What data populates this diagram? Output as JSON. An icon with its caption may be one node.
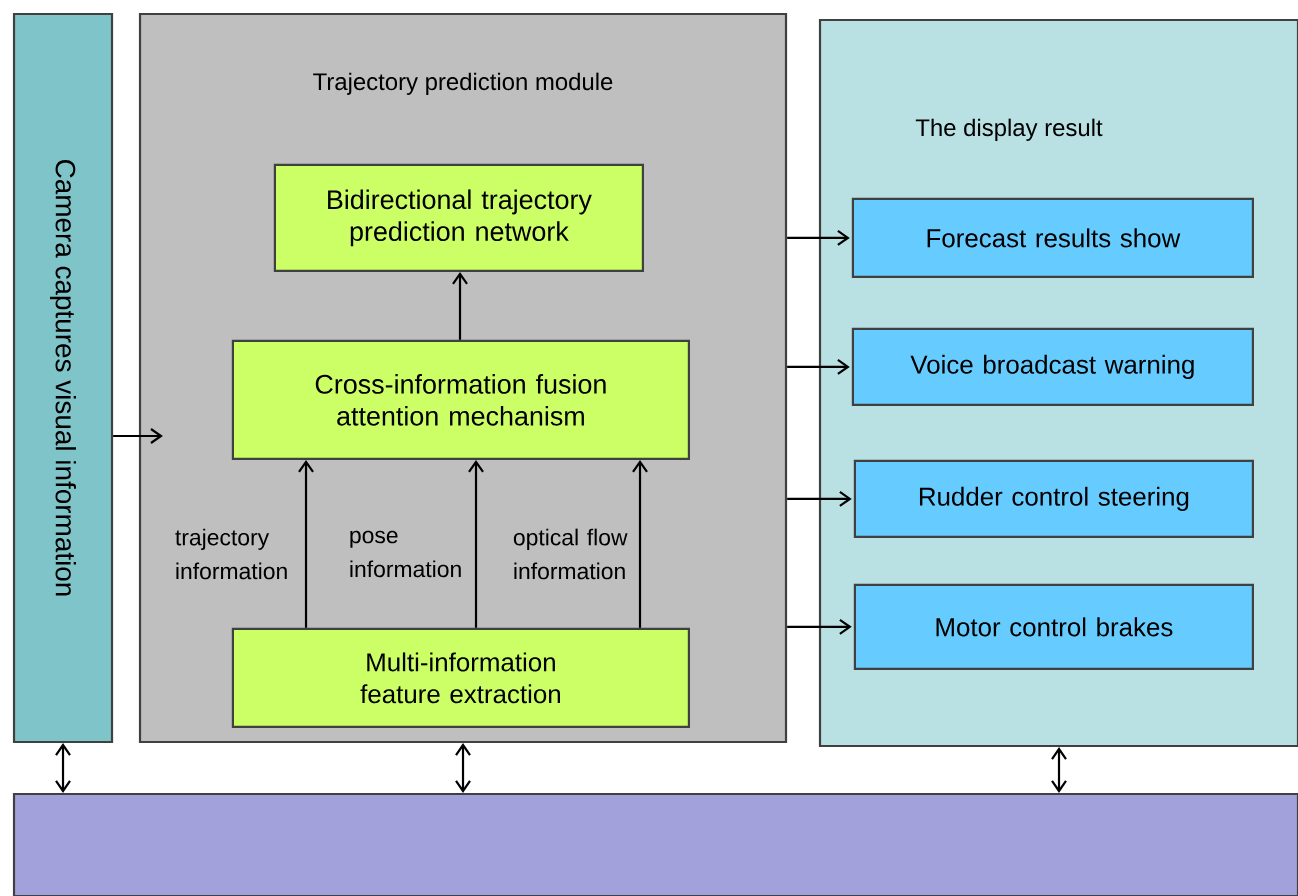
{
  "diagram": {
    "nodes": [
      {
        "text": [
          "Camera captures visual information"
        ]
      },
      {
        "text": [
          "Trajectory prediction module"
        ]
      },
      {
        "text": [
          "Bidirectional trajectory prediction network"
        ],
        "in": 1
      },
      {
        "text": [
          "Cross-information fusion attention mechanism"
        ],
        "in": 1
      },
      {
        "text": [
          "Multi-information feature extraction"
        ],
        "in": 1
      },
      {
        "text": [
          "The display result"
        ]
      },
      {
        "text": [
          "Forecast results show"
        ],
        "in": 5
      },
      {
        "text": [
          "Voice broadcast warning"
        ],
        "in": 5
      },
      {
        "text": [
          "Rudder control steering"
        ],
        "in": 5
      },
      {
        "text": [
          "Motor control brakes"
        ],
        "in": 5
      },
      {
        "text": [],
        "shape": "box"
      }
    ],
    "edges": [
      {
        "from": 0,
        "to": 1,
        "arrow": "to"
      },
      {
        "from": 3,
        "to": 2,
        "arrow": "to"
      },
      {
        "from": 4,
        "to": 3,
        "arrow": "to",
        "label": "trajectory information"
      },
      {
        "from": 4,
        "to": 3,
        "arrow": "to",
        "label": "pose information"
      },
      {
        "from": 4,
        "to": 3,
        "arrow": "to",
        "label": "optical flow information"
      },
      {
        "from": 1,
        "to": 6,
        "arrow": "to"
      },
      {
        "from": 1,
        "to": 7,
        "arrow": "to"
      },
      {
        "from": 1,
        "to": 8,
        "arrow": "to"
      },
      {
        "from": 1,
        "to": 9,
        "arrow": "to"
      },
      {
        "from": 0,
        "to": 10,
        "arrow": "both"
      },
      {
        "from": 1,
        "to": 10,
        "arrow": "both"
      },
      {
        "from": 5,
        "to": 10,
        "arrow": "both"
      }
    ]
  }
}
